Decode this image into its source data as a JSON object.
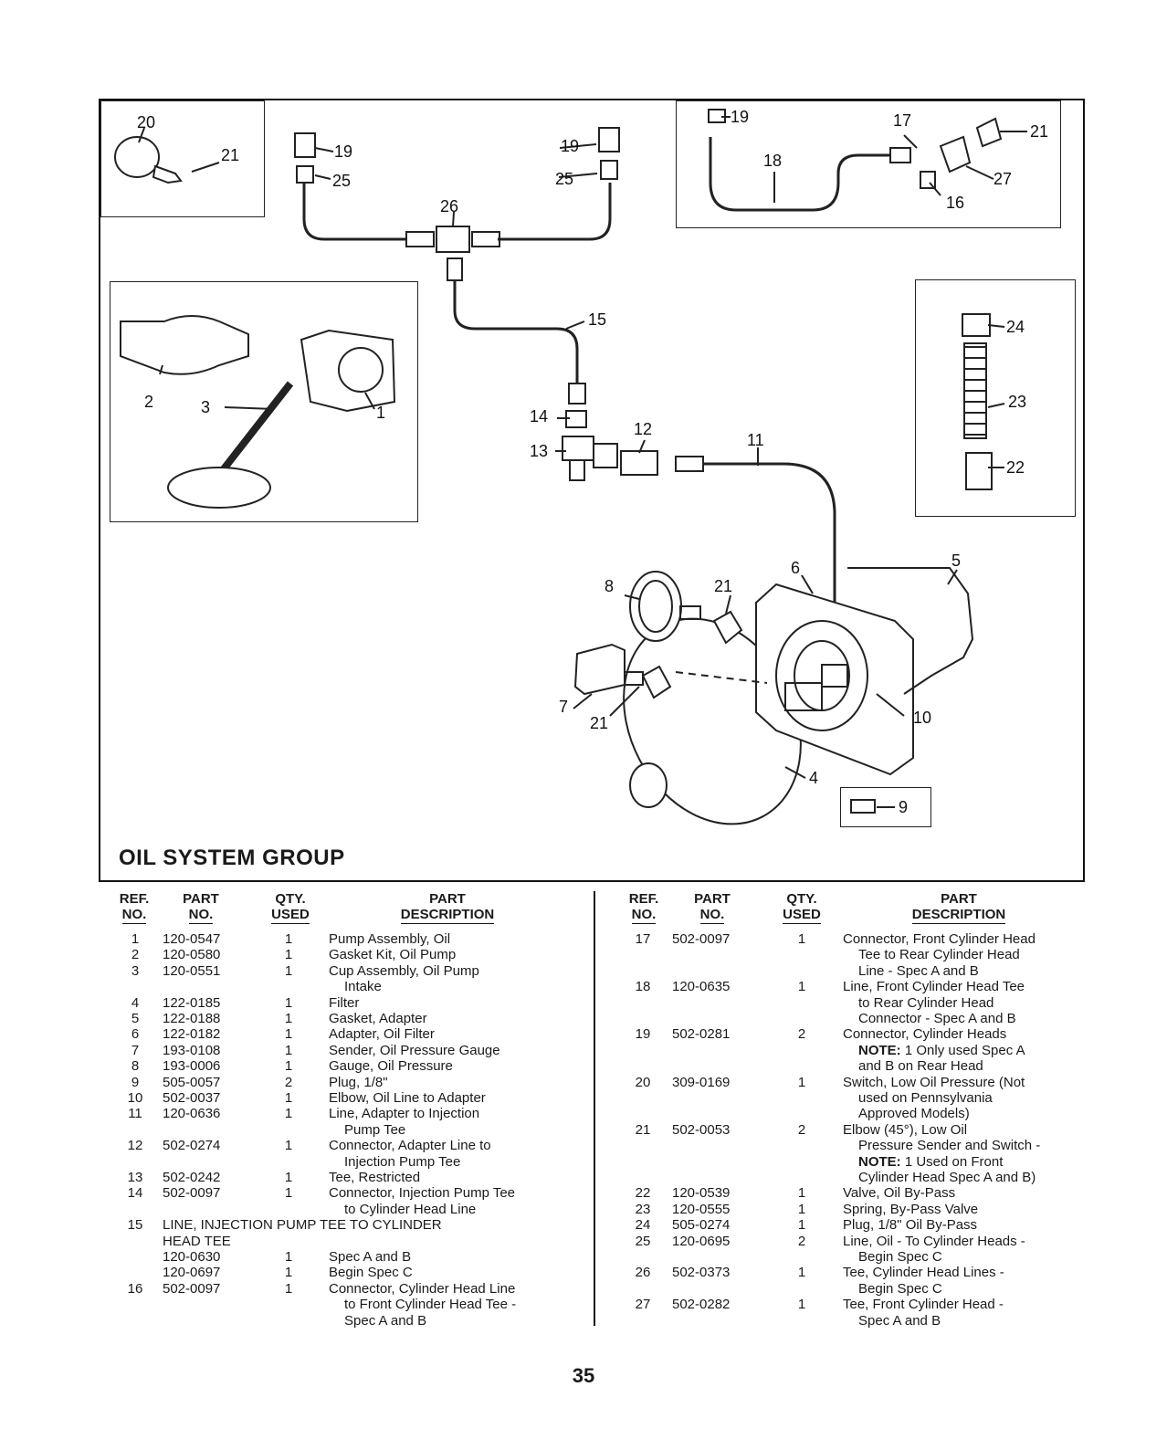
{
  "diagram": {
    "title": "OIL SYSTEM GROUP",
    "callouts": [
      "20",
      "21",
      "19",
      "25",
      "19",
      "25",
      "26",
      "19",
      "17",
      "21",
      "18",
      "27",
      "16",
      "15",
      "24",
      "23",
      "22",
      "2",
      "3",
      "1",
      "14",
      "12",
      "13",
      "11",
      "5",
      "6",
      "8",
      "21",
      "7",
      "21",
      "10",
      "4",
      "9"
    ]
  },
  "left_table": {
    "headers": {
      "ref": [
        "REF.",
        "NO."
      ],
      "part": [
        "PART",
        "NO."
      ],
      "qty": [
        "QTY.",
        "USED"
      ],
      "desc": [
        "PART",
        "DESCRIPTION"
      ]
    },
    "rows": [
      {
        "ref": "1",
        "part": "120-0547",
        "qty": "1",
        "desc": [
          "Pump Assembly, Oil"
        ]
      },
      {
        "ref": "2",
        "part": "120-0580",
        "qty": "1",
        "desc": [
          "Gasket Kit, Oil Pump"
        ]
      },
      {
        "ref": "3",
        "part": "120-0551",
        "qty": "1",
        "desc": [
          "Cup Assembly, Oil Pump",
          "Intake"
        ]
      },
      {
        "ref": "4",
        "part": "122-0185",
        "qty": "1",
        "desc": [
          "Filter"
        ]
      },
      {
        "ref": "5",
        "part": "122-0188",
        "qty": "1",
        "desc": [
          "Gasket, Adapter"
        ]
      },
      {
        "ref": "6",
        "part": "122-0182",
        "qty": "1",
        "desc": [
          "Adapter, Oil Filter"
        ]
      },
      {
        "ref": "7",
        "part": "193-0108",
        "qty": "1",
        "desc": [
          "Sender, Oil Pressure Gauge"
        ]
      },
      {
        "ref": "8",
        "part": "193-0006",
        "qty": "1",
        "desc": [
          "Gauge, Oil Pressure"
        ]
      },
      {
        "ref": "9",
        "part": "505-0057",
        "qty": "2",
        "desc": [
          "Plug, 1/8\""
        ]
      },
      {
        "ref": "10",
        "part": "502-0037",
        "qty": "1",
        "desc": [
          "Elbow, Oil Line to Adapter"
        ]
      },
      {
        "ref": "11",
        "part": "120-0636",
        "qty": "1",
        "desc": [
          "Line, Adapter to Injection",
          "Pump Tee"
        ]
      },
      {
        "ref": "12",
        "part": "502-0274",
        "qty": "1",
        "desc": [
          "Connector, Adapter Line to",
          "Injection Pump Tee"
        ]
      },
      {
        "ref": "13",
        "part": "502-0242",
        "qty": "1",
        "desc": [
          "Tee, Restricted"
        ]
      },
      {
        "ref": "14",
        "part": "502-0097",
        "qty": "1",
        "desc": [
          "Connector, Injection Pump Tee",
          "to Cylinder Head Line"
        ]
      },
      {
        "ref": "15",
        "part": "LINE, INJECTION PUMP TEE TO CYLINDER",
        "qty": "",
        "desc": [],
        "wide": true
      },
      {
        "ref": "",
        "part": "HEAD TEE",
        "qty": "",
        "desc": []
      },
      {
        "ref": "",
        "part": "120-0630",
        "qty": "1",
        "desc": [
          "Spec A and B"
        ]
      },
      {
        "ref": "",
        "part": "120-0697",
        "qty": "1",
        "desc": [
          "Begin Spec C"
        ]
      },
      {
        "ref": "16",
        "part": "502-0097",
        "qty": "1",
        "desc": [
          "Connector, Cylinder Head Line",
          "to Front Cylinder Head Tee -",
          "Spec A and B"
        ]
      }
    ]
  },
  "right_table": {
    "headers": {
      "ref": [
        "REF.",
        "NO."
      ],
      "part": [
        "PART",
        "NO."
      ],
      "qty": [
        "QTY.",
        "USED"
      ],
      "desc": [
        "PART",
        "DESCRIPTION"
      ]
    },
    "rows": [
      {
        "ref": "17",
        "part": "502-0097",
        "qty": "1",
        "desc": [
          "Connector, Front Cylinder Head",
          "Tee to Rear Cylinder Head",
          "Line - Spec A and B"
        ]
      },
      {
        "ref": "18",
        "part": "120-0635",
        "qty": "1",
        "desc": [
          "Line, Front Cylinder Head Tee",
          "to Rear Cylinder Head",
          "Connector - Spec A and B"
        ]
      },
      {
        "ref": "19",
        "part": "502-0281",
        "qty": "2",
        "desc": [
          "Connector, Cylinder Heads",
          "NOTE: 1 Only used Spec A",
          "and B on Rear Head"
        ]
      },
      {
        "ref": "20",
        "part": "309-0169",
        "qty": "1",
        "desc": [
          "Switch, Low Oil Pressure (Not",
          "used on Pennsylvania",
          "Approved Models)"
        ]
      },
      {
        "ref": "21",
        "part": "502-0053",
        "qty": "2",
        "desc": [
          "Elbow (45°), Low Oil",
          "Pressure Sender and Switch -",
          "NOTE: 1 Used on Front",
          "Cylinder Head Spec A and B)"
        ]
      },
      {
        "ref": "22",
        "part": "120-0539",
        "qty": "1",
        "desc": [
          "Valve, Oil By-Pass"
        ]
      },
      {
        "ref": "23",
        "part": "120-0555",
        "qty": "1",
        "desc": [
          "Spring, By-Pass Valve"
        ]
      },
      {
        "ref": "24",
        "part": "505-0274",
        "qty": "1",
        "desc": [
          "Plug, 1/8\" Oil By-Pass"
        ]
      },
      {
        "ref": "25",
        "part": "120-0695",
        "qty": "2",
        "desc": [
          "Line, Oil - To Cylinder Heads -",
          "Begin Spec C"
        ]
      },
      {
        "ref": "26",
        "part": "502-0373",
        "qty": "1",
        "desc": [
          "Tee, Cylinder Head Lines -",
          "Begin Spec C"
        ]
      },
      {
        "ref": "27",
        "part": "502-0282",
        "qty": "1",
        "desc": [
          "Tee, Front Cylinder Head -",
          "Spec A and B"
        ]
      }
    ]
  },
  "page_number": "35"
}
